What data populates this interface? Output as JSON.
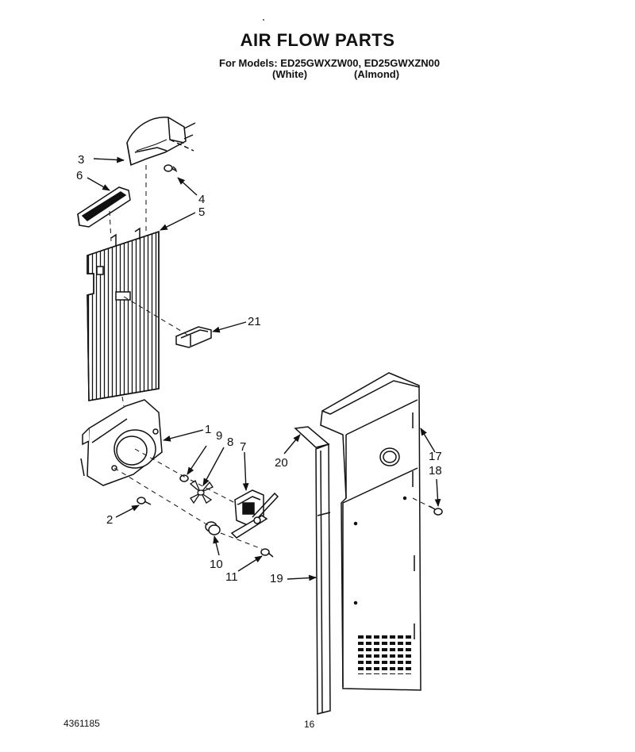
{
  "header": {
    "title": "AIR FLOW PARTS",
    "models": "For Models: ED25GWXZW00, ED25GWXZN00",
    "finish_white": "(White)",
    "finish_almond": "(Almond)"
  },
  "callouts": {
    "c1": "1",
    "c2": "2",
    "c3": "3",
    "c4": "4",
    "c5": "5",
    "c6": "6",
    "c7": "7",
    "c8": "8",
    "c9": "9",
    "c10": "10",
    "c11": "11",
    "c17": "17",
    "c18": "18",
    "c19": "19",
    "c20": "20",
    "c21": "21"
  },
  "footer": {
    "part_number": "4361185",
    "page": "16"
  }
}
